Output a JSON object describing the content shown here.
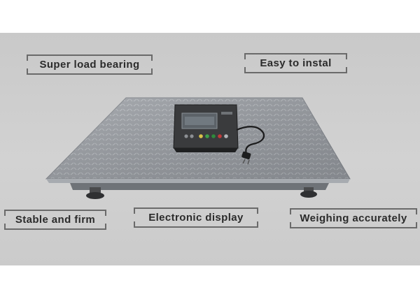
{
  "labels": {
    "super_load_bearing": "Super load bearing",
    "easy_to_install": "Easy to instal",
    "stable_and_firm": "Stable and firm",
    "electronic_display": "Electronic display",
    "weighing_accurately": "Weighing accurately"
  },
  "colors": {
    "background": "#cdcdcd",
    "platform": "#8f9499",
    "indicator": "#3a3b3d",
    "text": "#2b2b2b"
  }
}
